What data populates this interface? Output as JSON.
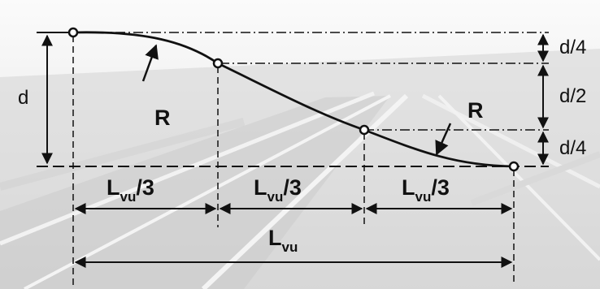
{
  "diagram": {
    "labels": {
      "d": "d",
      "radius_1": "R",
      "radius_2": "R",
      "right_top": "d/4",
      "right_middle": "d/2",
      "right_bottom": "d/4"
    },
    "segment_labels": [
      {
        "main": "L",
        "sub": "vu",
        "tail": "/3"
      },
      {
        "main": "L",
        "sub": "vu",
        "tail": "/3"
      },
      {
        "main": "L",
        "sub": "vu",
        "tail": "/3"
      }
    ],
    "total_label": {
      "main": "L",
      "sub": "vu"
    }
  }
}
